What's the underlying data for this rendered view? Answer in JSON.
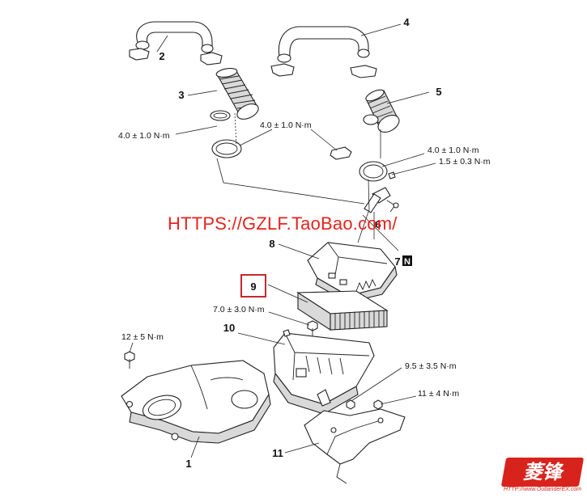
{
  "callouts": {
    "c1": "1",
    "c2": "2",
    "c3": "3",
    "c4": "4",
    "c5": "5",
    "c6": "6",
    "c7": "7",
    "c8": "8",
    "c9": "9",
    "c10": "10",
    "c11": "11"
  },
  "callout_7_badge": "N",
  "torque_labels": {
    "t_4_left": "4.0 ± 1.0 N·m",
    "t_4_mid": "4.0 ± 1.0 N·m",
    "t_4_right": "4.0 ± 1.0 N·m",
    "t_1_5": "1.5 ± 0.3 N·m",
    "t_7": "7.0 ± 3.0 N·m",
    "t_12": "12 ± 5 N·m",
    "t_9_5": "9.5 ± 3.5 N·m",
    "t_11": "11 ± 4 N·m"
  },
  "highlight_color": "#c8272d",
  "watermark": "HTTPS://GZLF.TaoBao.com/",
  "watermark_color": "#e8231e",
  "logo": {
    "mark": "菱锋",
    "url": "HTTP://www.OutlanderEX.com"
  }
}
